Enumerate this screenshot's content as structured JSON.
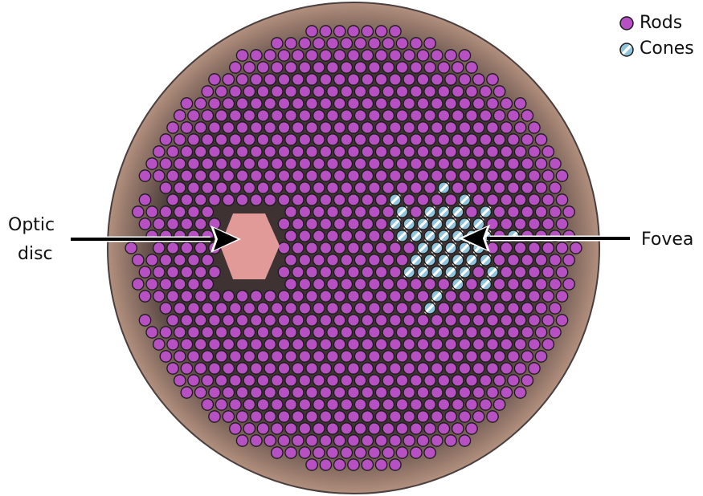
{
  "legend": {
    "rods_label": "Rods",
    "cones_label": "Cones"
  },
  "labels": {
    "optic_disc_line1": "Optic",
    "optic_disc_line2": "disc",
    "fovea": "Fovea"
  },
  "colors": {
    "rod_fill": "#b650c3",
    "rod_stroke": "#1a1a1a",
    "cone_fill": "#8fc4dc",
    "cone_stripe": "#ffffff",
    "optic_disc_fill": "#e29a99",
    "retina_background_center": "#3e3232",
    "retina_background_edge": "#b3907e",
    "arrow": "#000000"
  }
}
